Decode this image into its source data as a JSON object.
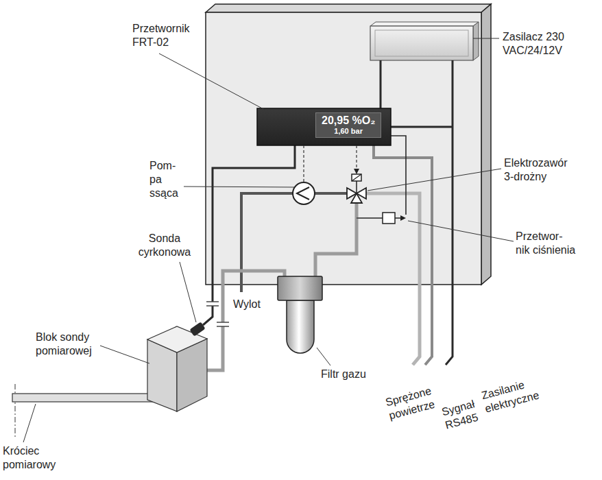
{
  "diagram": {
    "nodes": [
      {
        "text": [
          "20,95 %O₂",
          "1,60 bar"
        ]
      }
    ],
    "labels": [
      "Przetwornik FRT-02",
      "Zasilacz 230 VAC/24/12V",
      "Pom- pa ssąca",
      "Elektrozawór 3-drożny",
      "Przetwor- nik ciśnienia",
      "Sonda cyrkonowa",
      "Wylot",
      "Filtr gazu",
      "Blok sondy pomiarowej",
      "Sprężone powietrze",
      "Sygnał RS485",
      "Zasilanie elektryczne",
      "Króciec pomiarowy"
    ]
  }
}
